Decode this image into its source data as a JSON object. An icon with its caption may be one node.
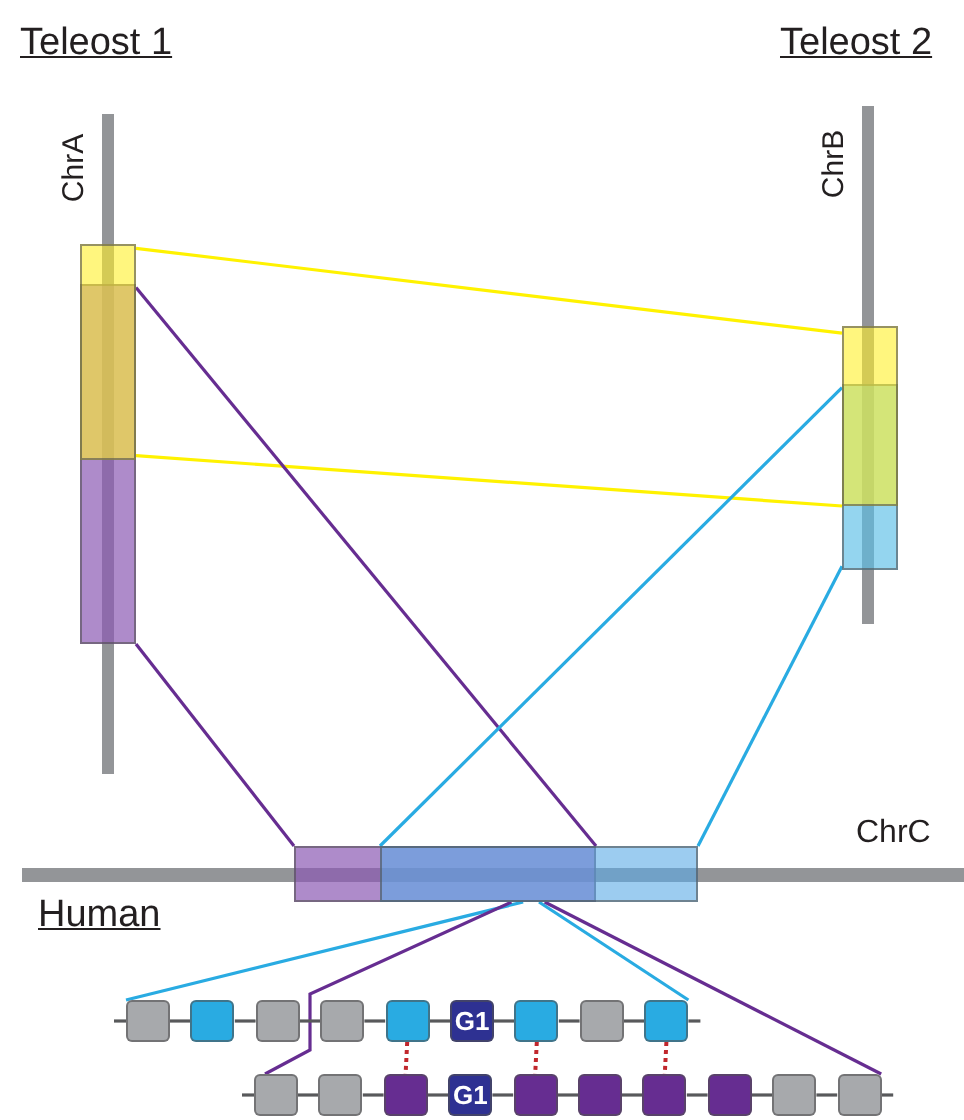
{
  "diagram": {
    "nodes": [
      {
        "text": [],
        "shape": "box"
      },
      {
        "text": [],
        "shape": "box"
      },
      {
        "text": [],
        "shape": "box"
      },
      {
        "text": [],
        "shape": "box"
      },
      {
        "text": [],
        "shape": "box"
      },
      {
        "text": [],
        "shape": "box"
      },
      {
        "text": [],
        "shape": "box"
      },
      {
        "text": [],
        "shape": "box"
      },
      {
        "text": [],
        "shape": "box"
      },
      {
        "text": [],
        "shape": "box"
      },
      {
        "text": [],
        "shape": "box"
      },
      {
        "text": [
          "G1"
        ]
      },
      {
        "text": [],
        "shape": "box"
      },
      {
        "text": [],
        "shape": "box"
      },
      {
        "text": [],
        "shape": "box"
      },
      {
        "text": [],
        "shape": "box"
      },
      {
        "text": [],
        "shape": "box"
      },
      {
        "text": [],
        "shape": "box"
      },
      {
        "text": [
          "G1"
        ]
      },
      {
        "text": [],
        "shape": "box"
      },
      {
        "text": [],
        "shape": "box"
      },
      {
        "text": [],
        "shape": "box"
      },
      {
        "text": [],
        "shape": "box"
      },
      {
        "text": [],
        "shape": "box"
      },
      {
        "text": [],
        "shape": "box"
      }
    ],
    "edges": [
      {
        "from": 0,
        "to": 2,
        "arrow": "none",
        "color": "#fff200"
      },
      {
        "from": 0,
        "to": 2,
        "arrow": "none",
        "color": "#fff200"
      },
      {
        "from": 1,
        "to": 4,
        "arrow": "none",
        "color": "#662d91"
      },
      {
        "from": 1,
        "to": 4,
        "arrow": "none",
        "color": "#662d91"
      },
      {
        "from": 3,
        "to": 5,
        "arrow": "none",
        "color": "#29abe2"
      },
      {
        "from": 3,
        "to": 5,
        "arrow": "none",
        "color": "#29abe2"
      },
      {
        "from": 5,
        "to": 6,
        "arrow": "none",
        "color": "#29abe2"
      },
      {
        "from": 5,
        "to": 14,
        "arrow": "none",
        "color": "#29abe2"
      },
      {
        "from": 4,
        "to": 15,
        "arrow": "none",
        "color": "#662d91"
      },
      {
        "from": 4,
        "to": 24,
        "arrow": "none",
        "color": "#662d91"
      },
      {
        "from": 10,
        "to": 17,
        "arrow": "none",
        "style": "dashed",
        "color": "#c1272d"
      },
      {
        "from": 12,
        "to": 19,
        "arrow": "none",
        "style": "dashed",
        "color": "#c1272d"
      },
      {
        "from": 14,
        "to": 21,
        "arrow": "none",
        "style": "dashed",
        "color": "#c1272d"
      },
      {
        "from": 6,
        "to": 7,
        "arrow": "none",
        "color": "#58595b"
      },
      {
        "from": 7,
        "to": 8,
        "arrow": "none",
        "color": "#58595b"
      },
      {
        "from": 8,
        "to": 9,
        "arrow": "none",
        "color": "#58595b"
      },
      {
        "from": 9,
        "to": 10,
        "arrow": "none",
        "color": "#58595b"
      },
      {
        "from": 10,
        "to": 11,
        "arrow": "none",
        "color": "#58595b"
      },
      {
        "from": 11,
        "to": 12,
        "arrow": "none",
        "color": "#58595b"
      },
      {
        "from": 12,
        "to": 13,
        "arrow": "none",
        "color": "#58595b"
      },
      {
        "from": 13,
        "to": 14,
        "arrow": "none",
        "color": "#58595b"
      },
      {
        "from": 15,
        "to": 16,
        "arrow": "none",
        "color": "#58595b"
      },
      {
        "from": 16,
        "to": 17,
        "arrow": "none",
        "color": "#58595b"
      },
      {
        "from": 17,
        "to": 18,
        "arrow": "none",
        "color": "#58595b"
      },
      {
        "from": 18,
        "to": 19,
        "arrow": "none",
        "color": "#58595b"
      },
      {
        "from": 19,
        "to": 20,
        "arrow": "none",
        "color": "#58595b"
      },
      {
        "from": 20,
        "to": 21,
        "arrow": "none",
        "color": "#58595b"
      },
      {
        "from": 21,
        "to": 22,
        "arrow": "none",
        "color": "#58595b"
      },
      {
        "from": 22,
        "to": 23,
        "arrow": "none",
        "color": "#58595b"
      },
      {
        "from": 23,
        "to": 24,
        "arrow": "none",
        "color": "#58595b"
      },
      {
        "from": null,
        "to": 6,
        "arrow": "none",
        "color": "#58595b"
      },
      {
        "from": 14,
        "to": null,
        "arrow": "none",
        "color": "#58595b"
      },
      {
        "from": null,
        "to": 15,
        "arrow": "none",
        "color": "#58595b"
      },
      {
        "from": 24,
        "to": null,
        "arrow": "none",
        "color": "#58595b"
      }
    ],
    "labels": [
      "Teleost 1",
      "Teleost 2",
      "ChrA",
      "ChrB",
      "ChrC",
      "Human"
    ]
  }
}
